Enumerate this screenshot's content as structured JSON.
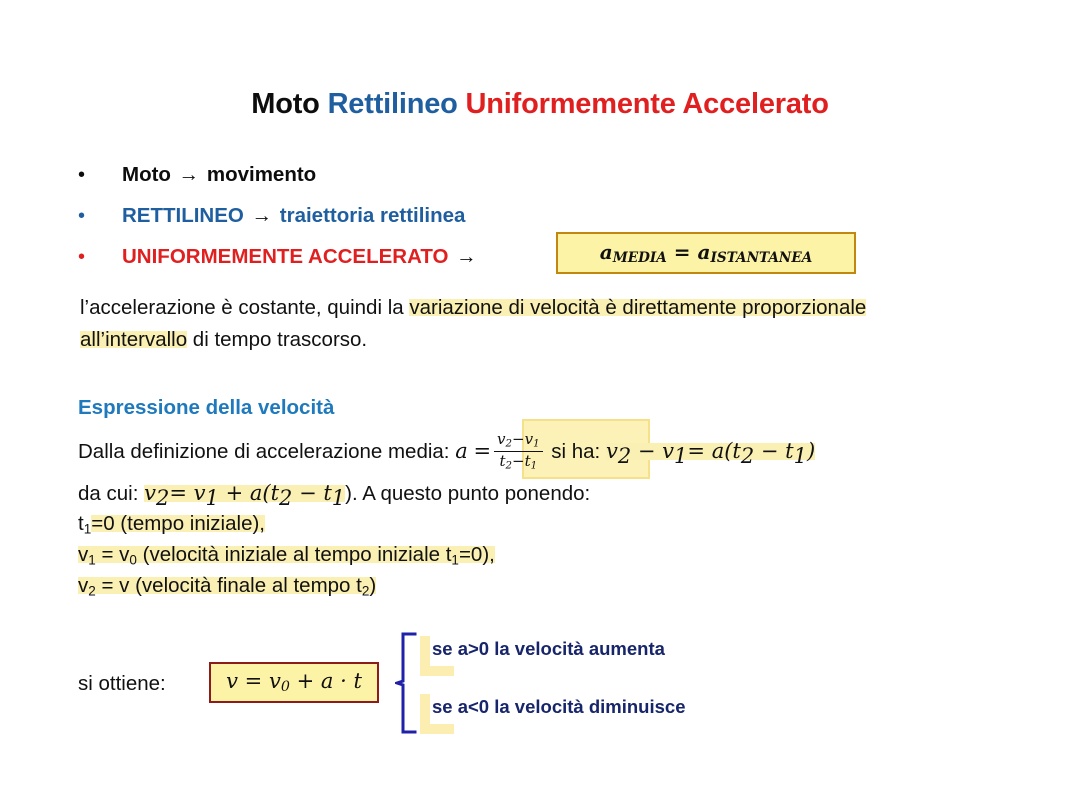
{
  "title": {
    "part_black": "Moto ",
    "part_blue": "Rettilineo ",
    "part_red": "Uniformemente Accelerato"
  },
  "colors": {
    "black": "#0d0d0d",
    "blue": "#1f5fa0",
    "red": "#e02020",
    "heading_blue": "#1f79bd",
    "navy": "#17256b",
    "box_fill": "#fdf3a6",
    "box_border_gold": "#c2870f",
    "box_border_dark_red": "#8d1b1b",
    "highlight": "#fbf0b4"
  },
  "bullets": [
    {
      "marker": "•",
      "term": "Moto",
      "arrow": "→",
      "definition": "movimento",
      "color": "black"
    },
    {
      "marker": "•",
      "term": "RETTILINEO",
      "arrow": "→",
      "definition": "traiettoria rettilinea",
      "color": "blue"
    },
    {
      "marker": "•",
      "term": "UNIFORMEMENTE ACCELERATO",
      "arrow": "→",
      "definition": "",
      "color": "red"
    }
  ],
  "accel_equality_box": {
    "left": "a",
    "left_sub": "MEDIA",
    "operator": "=",
    "right": "a",
    "right_sub": "ISTANTANEA"
  },
  "paragraph": {
    "seg1": "l’accelerazione è costante, quindi la ",
    "seg2_highlight": "variazione di velocità è direttamente proporzionale all’intervallo",
    "seg3": " di tempo trascorso."
  },
  "velocity_section": {
    "heading": "Espressione della velocità",
    "definition_prefix": "Dalla definizione di accelerazione media: ",
    "accel_symbol": "a",
    "equals": "=",
    "fraction_numerator": "v",
    "fraction_num_sub1": "2",
    "fraction_num_minus": "−",
    "fraction_num_v2": "v",
    "fraction_num_sub2": "1",
    "fraction_denominator": "t",
    "fraction_den_sub1": "2",
    "fraction_den_minus": "−",
    "fraction_den_t2": "t",
    "fraction_den_sub2": "1",
    "si_ha": " si ha: ",
    "result_v2": "v",
    "result_v2_sub": "2",
    "result_minus": " − ",
    "result_v1": "v",
    "result_v1_sub": "1",
    "result_eq": "= ",
    "result_rhs_a": "a",
    "result_rhs": "(t",
    "result_rhs_sub1": "2",
    "result_rhs_mid": " − t",
    "result_rhs_sub2": "1",
    "result_rhs_close": ")",
    "dacui_prefix": "da cui: ",
    "dacui_v2": "v",
    "dacui_v2_sub": "2",
    "dacui_eq": "= ",
    "dacui_v1": "v",
    "dacui_v1_sub": "1",
    "dacui_plus": " + ",
    "dacui_a": "a",
    "dacui_paren": "(t",
    "dacui_sub1": "2",
    "dacui_mid": " − t",
    "dacui_sub2": "1",
    "dacui_suffix": "). A questo punto ponendo:"
  },
  "substitutions": [
    {
      "var": "t",
      "var_sub": "1",
      "text": "=0 (tempo iniziale),"
    },
    {
      "var": "v",
      "var_sub": "1",
      "text": " = v",
      "text_sub": "0",
      "text2": " (velocità iniziale al tempo iniziale t",
      "text2_sub": "1",
      "text3": "=0),"
    },
    {
      "var": "v",
      "var_sub": "2",
      "text": " = v (velocità finale al tempo t",
      "text_sub": "2",
      "text2": ")"
    }
  ],
  "result": {
    "label": "si ottiene:",
    "formula_v": "v",
    "formula_eq": "=",
    "formula_v0": "v",
    "formula_v0_sub": "0",
    "formula_plus": "+",
    "formula_a": "a",
    "formula_dot": "·",
    "formula_t": "t"
  },
  "conditions": [
    {
      "text": "se a>0  la velocità aumenta"
    },
    {
      "text": "se a<0 la velocità diminuisce"
    }
  ]
}
